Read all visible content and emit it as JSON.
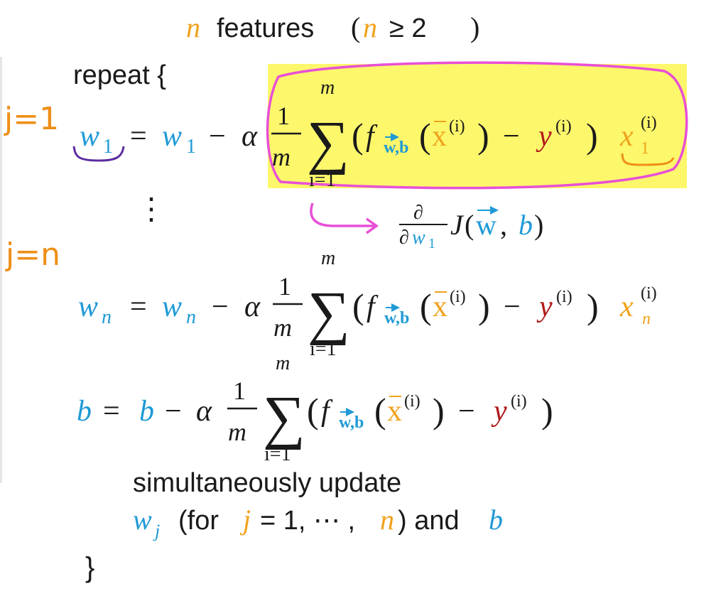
{
  "colors": {
    "black": "#1a1a1a",
    "blue": "#1f9ad6",
    "orange": "#f0a21c",
    "red": "#b11a1a",
    "highlight": "#fdf76b",
    "pink": "#e84fd6",
    "purple": "#5b2ca0",
    "annotation": "#ee8f18"
  },
  "header": {
    "n": "n",
    "features": "features",
    "n_inline": "n",
    "cond": "≥ 2"
  },
  "repeat": "repeat {",
  "close_brace": "}",
  "vdots": "⋮",
  "annotations": {
    "j1": "j=1",
    "jn": "j=n"
  },
  "symbols": {
    "w": "w",
    "b": "b",
    "f": "f",
    "x": "x",
    "y": "y",
    "m": "m",
    "one": "1",
    "alpha": "α",
    "minus": "−",
    "equals": "=",
    "sigma": "∑",
    "sup_i": "(i)",
    "sum_low": "i=1",
    "lp": "(",
    "rp": ")",
    "sub_1": "1",
    "sub_n": "n",
    "sub_wb": "w,b",
    "vec_w": "w",
    "vec_x": "x",
    "partial": "∂",
    "J": "J",
    "arrow": "→",
    "comma": ",",
    "sub_j": "j"
  },
  "footer": {
    "line1": "simultaneously update",
    "for_open": "(for",
    "j": "j",
    "eq_one": "= 1, ⋯ ,",
    "n": "n",
    "and": ") and"
  }
}
